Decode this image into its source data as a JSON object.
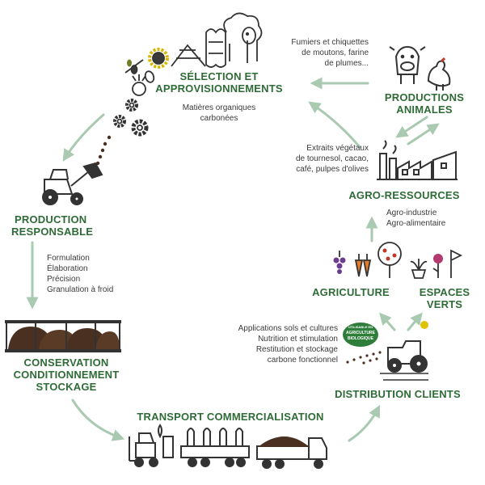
{
  "colors": {
    "heading": "#2e6b36",
    "arrow": "#a9c9b1",
    "icon": "#333333",
    "text": "#3a3a3a",
    "badge": "#2e7d3a"
  },
  "stages": {
    "selection": {
      "title_l1": "SÉLECTION ET",
      "title_l2": "APPROVISIONNEMENTS",
      "note_l1": "Matières organiques",
      "note_l2": "carbonées"
    },
    "productions_animales": {
      "title_l1": "PRODUCTIONS",
      "title_l2": "ANIMALES",
      "note_l1": "Fumiers et chiquettes",
      "note_l2": "de moutons, farine",
      "note_l3": "de plumes..."
    },
    "agro_ressources": {
      "title": "AGRO-RESSOURCES",
      "extraits_l1": "Extraits végétaux",
      "extraits_l2": "de tournesol, cacao,",
      "extraits_l3": "café, pulpes d'olives",
      "note_l1": "Agro-industrie",
      "note_l2": "Agro-alimentaire"
    },
    "agriculture": {
      "title": "AGRICULTURE"
    },
    "espaces_verts": {
      "title_l1": "ESPACES",
      "title_l2": "VERTS"
    },
    "distribution": {
      "title": "DISTRIBUTION CLIENTS",
      "note_l1": "Applications sols et cultures",
      "note_l2": "Nutrition et stimulation",
      "note_l3": "Restitution et stockage",
      "note_l4": "carbone fonctionnel",
      "badge_l1": "UTILISABLE EN",
      "badge_l2": "AGRICULTURE",
      "badge_l3": "BIOLOGIQUE"
    },
    "transport": {
      "title": "TRANSPORT COMMERCIALISATION"
    },
    "conservation": {
      "title_l1": "CONSERVATION",
      "title_l2": "CONDITIONNEMENT",
      "title_l3": "STOCKAGE"
    },
    "production": {
      "title_l1": "PRODUCTION",
      "title_l2": "RESPONSABLE",
      "note_l1": "Formulation",
      "note_l2": "Élaboration",
      "note_l3": "Précision",
      "note_l4": "Granulation à froid"
    }
  }
}
